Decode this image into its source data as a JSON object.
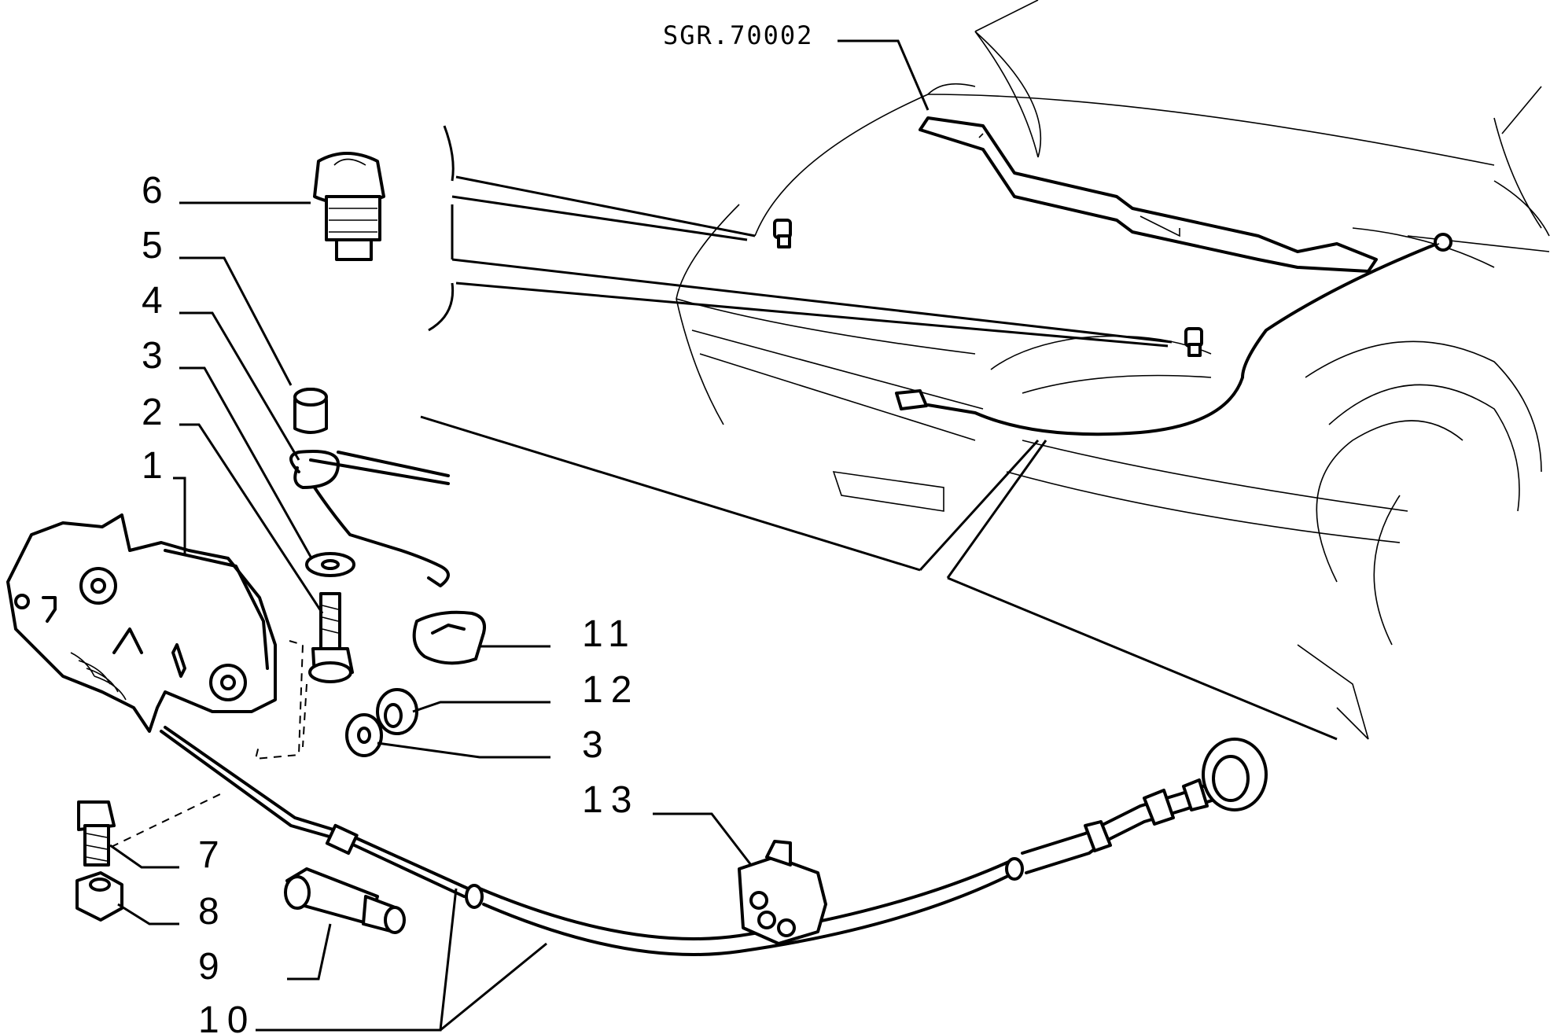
{
  "reference_code": "SGR.70002",
  "callouts": [
    {
      "id": "c6",
      "text": "6"
    },
    {
      "id": "c5",
      "text": "5"
    },
    {
      "id": "c4",
      "text": "4"
    },
    {
      "id": "c3a",
      "text": "3"
    },
    {
      "id": "c2",
      "text": "2"
    },
    {
      "id": "c1",
      "text": "1"
    },
    {
      "id": "c11",
      "text": "11"
    },
    {
      "id": "c12",
      "text": "12"
    },
    {
      "id": "c3b",
      "text": "3"
    },
    {
      "id": "c13",
      "text": "13"
    },
    {
      "id": "c7",
      "text": "7"
    },
    {
      "id": "c8",
      "text": "8"
    },
    {
      "id": "c9",
      "text": "9"
    },
    {
      "id": "c10",
      "text": "10"
    }
  ]
}
